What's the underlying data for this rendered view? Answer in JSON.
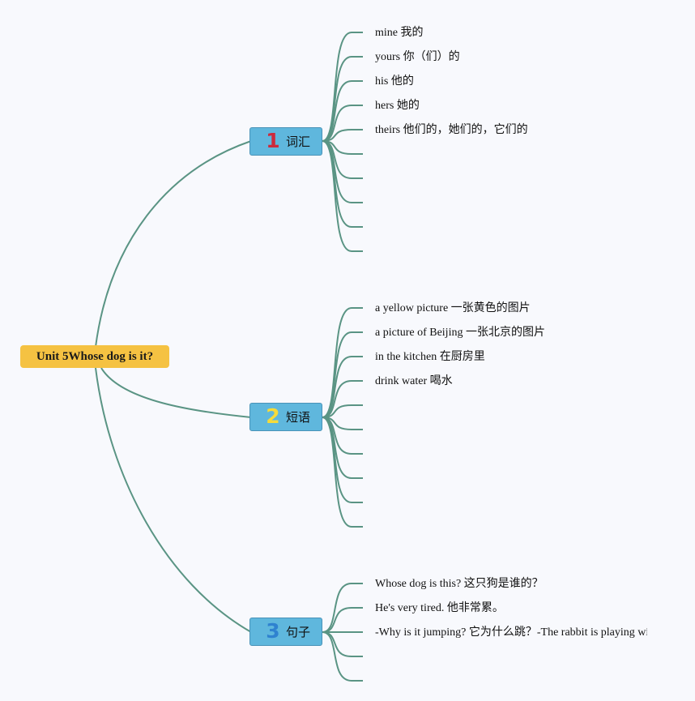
{
  "root": {
    "label": "Unit 5Whose dog is it?"
  },
  "branches": [
    {
      "number": "1",
      "label": "词汇",
      "items": [
        "mine 我的",
        "yours 你（们）的",
        "his 他的",
        "hers 她的",
        "theirs 他们的，她们的，它们的",
        "",
        "",
        "",
        "",
        ""
      ]
    },
    {
      "number": "2",
      "label": "短语",
      "items": [
        "a yellow picture 一张黄色的图片",
        "a picture of Beijing 一张北京的图片",
        "in the kitchen 在厨房里",
        "drink water 喝水",
        "",
        "",
        "",
        "",
        "",
        ""
      ]
    },
    {
      "number": "3",
      "label": "句子",
      "items": [
        "Whose dog is this? 这只狗是谁的？",
        "He's very tired. 他非常累。",
        "-Why is it jumping? 它为什么跳？-The rabbit is playing with",
        "",
        ""
      ]
    }
  ],
  "colors": {
    "connector": "#5a9484",
    "root_fill": "#f5c242",
    "branch_fill": "#5fb7dd",
    "background": "#f8f9fd"
  }
}
